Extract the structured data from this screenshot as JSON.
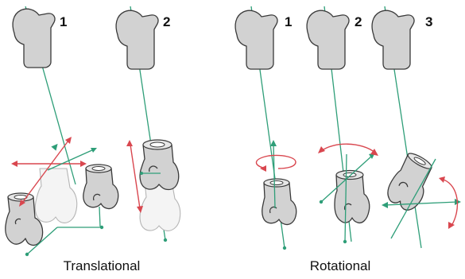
{
  "panels": {
    "translational": {
      "caption": "Translational",
      "labels": [
        "1",
        "2"
      ]
    },
    "rotational": {
      "caption": "Rotational",
      "labels": [
        "1",
        "2",
        "3"
      ]
    }
  },
  "colors": {
    "axis": "#2e9e78",
    "motion_arrow": "#d9474f",
    "bone_fill": "#d2d2d2",
    "bone_outline": "#3a3a3a",
    "ghost_outline": "#b5b5b5"
  }
}
